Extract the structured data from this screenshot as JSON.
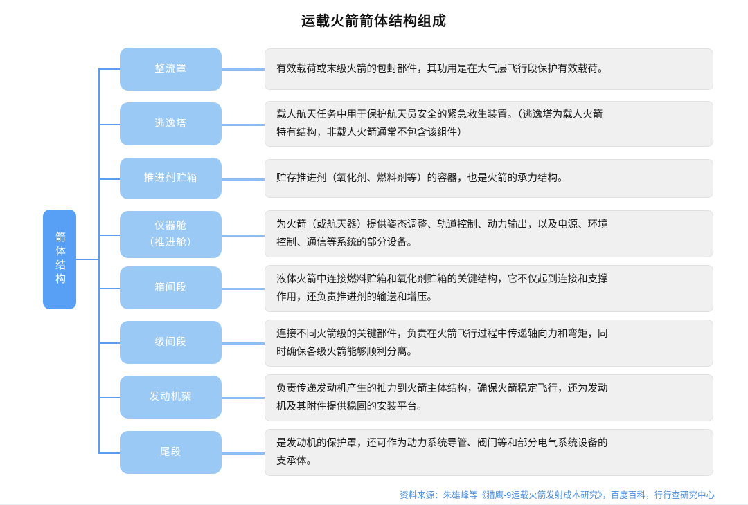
{
  "title": "运载火箭箭体结构组成",
  "root": {
    "label": "箭体结构",
    "color": "#57a0f5"
  },
  "colors": {
    "node_fill": "#9bc9f5",
    "root_fill": "#57a0f5",
    "connector": "#5b9bf0",
    "link": "#8dbdf5",
    "desc_fill": "#f0f0f0",
    "desc_border": "#e0e0e0",
    "source_text": "#4a90e2",
    "title_text": "#111111"
  },
  "rows": [
    {
      "node": "整流罩",
      "node_line2": "",
      "desc_line1": "有效载荷或末级火箭的包封部件，其功用是在大气层飞行段保护有效载荷。",
      "desc_line2": ""
    },
    {
      "node": "逃逸塔",
      "node_line2": "",
      "desc_line1": "载人航天任务中用于保护航天员安全的紧急救生装置。（逃逸塔为载人火箭",
      "desc_line2": "特有结构，非载人火箭通常不包含该组件）"
    },
    {
      "node": "推进剂贮箱",
      "node_line2": "",
      "desc_line1": "贮存推进剂（氧化剂、燃料剂等）的容器，也是火箭的承力结构。",
      "desc_line2": ""
    },
    {
      "node": "仪器舱",
      "node_line2": "（推进舱）",
      "desc_line1": "为火箭（或航天器）提供姿态调整、轨道控制、动力输出，以及电源、环境",
      "desc_line2": "控制、通信等系统的部分设备。"
    },
    {
      "node": "箱间段",
      "node_line2": "",
      "desc_line1": "液体火箭中连接燃料贮箱和氧化剂贮箱的关键结构，它不仅起到连接和支撑",
      "desc_line2": "作用，还负责推进剂的输送和增压。"
    },
    {
      "node": "级间段",
      "node_line2": "",
      "desc_line1": "连接不同火箭级的关键部件，负责在火箭飞行过程中传递轴向力和弯矩，同",
      "desc_line2": "时确保各级火箭能够顺利分离。"
    },
    {
      "node": "发动机架",
      "node_line2": "",
      "desc_line1": "负责传递发动机产生的推力到火箭主体结构，确保火箭稳定飞行，还为发动",
      "desc_line2": "机及其附件提供稳固的安装平台。"
    },
    {
      "node": "尾段",
      "node_line2": "",
      "desc_line1": "是发动机的保护罩，还可作为动力系统导管、阀门等和部分电气系统设备的",
      "desc_line2": "支承体。"
    }
  ],
  "source": "资料来源：朱雄峰等《猎鹰-9运载火箭发射成本研究》，百度百科，行行查研究中心"
}
